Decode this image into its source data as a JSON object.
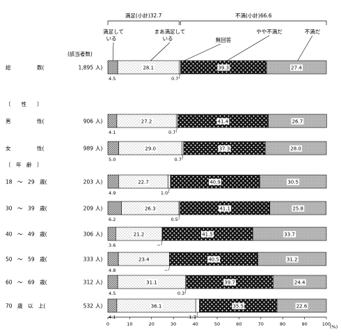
{
  "chart_data": {
    "type": "bar",
    "stacked": true,
    "orientation": "horizontal",
    "xlim": [
      0,
      100
    ],
    "x_ticks": [
      "0",
      "10",
      "20",
      "30",
      "40",
      "50",
      "60",
      "70",
      "80",
      "90",
      "100"
    ],
    "unit": "(%)",
    "group_headers": [
      {
        "label": "満足(小計)32.7",
        "from": "satisfied",
        "to": "somewhat_satisfied"
      },
      {
        "label": "不満(小計)66.6",
        "from": "somewhat_dissatisfied",
        "to": "dissatisfied"
      }
    ],
    "series": [
      {
        "key": "satisfied",
        "name": "満足している",
        "pattern": "crosshatch"
      },
      {
        "key": "somewhat_satisfied",
        "name": "まあ満足している",
        "pattern": "dots"
      },
      {
        "key": "no_answer",
        "name": "無回答",
        "pattern": "blank"
      },
      {
        "key": "somewhat_dissatisfied",
        "name": "やや不満だ",
        "pattern": "dark-dots"
      },
      {
        "key": "dissatisfied",
        "name": "不満だ",
        "pattern": "gray"
      }
    ],
    "count_header": "(該当者数)",
    "section_labels": [
      {
        "label": "〔　　性　　〕",
        "before_row": 1
      },
      {
        "label": "〔　年　齢　〕",
        "before_row": 3
      }
    ],
    "rows": [
      {
        "label": "総　　　　　数(",
        "count": "1,895",
        "unit": "人)",
        "values": [
          4.5,
          28.1,
          0.7,
          39.3,
          27.4
        ],
        "labels": [
          "4.5",
          "28.1",
          "0.7",
          "39.3",
          "27.4"
        ]
      },
      {
        "label": "男　　　　　性(",
        "count": "906",
        "unit": "人)",
        "values": [
          4.1,
          27.2,
          0.7,
          41.4,
          26.7
        ],
        "labels": [
          "4.1",
          "27.2",
          "0.7",
          "41.4",
          "26.7"
        ]
      },
      {
        "label": "女　　　　　性(",
        "count": "989",
        "unit": "人)",
        "values": [
          5.0,
          29.0,
          0.7,
          37.3,
          28.0
        ],
        "labels": [
          "5.0",
          "29.0",
          "0.7",
          "37.3",
          "28.0"
        ]
      },
      {
        "label": "18　～　29　歳(",
        "count": "203",
        "unit": "人)",
        "values": [
          4.9,
          22.7,
          1.0,
          40.9,
          30.5
        ],
        "labels": [
          "4.9",
          "22.7",
          "1.0",
          "40.9",
          "30.5"
        ]
      },
      {
        "label": "30　～　39　歳(",
        "count": "209",
        "unit": "人)",
        "values": [
          6.2,
          26.3,
          0.5,
          41.1,
          25.8
        ],
        "labels": [
          "6.2",
          "26.3",
          "0.5",
          "41.1",
          "25.8"
        ]
      },
      {
        "label": "40　～　49　歳(",
        "count": "306",
        "unit": "人)",
        "values": [
          3.6,
          21.2,
          0,
          41.5,
          33.7
        ],
        "labels": [
          "3.6",
          "21.2",
          "−",
          "41.5",
          "33.7"
        ]
      },
      {
        "label": "50　～　59　歳(",
        "count": "333",
        "unit": "人)",
        "values": [
          4.8,
          23.4,
          0,
          40.5,
          31.2
        ],
        "labels": [
          "4.8",
          "23.4",
          "−",
          "40.5",
          "31.2"
        ]
      },
      {
        "label": "60　～　69　歳(",
        "count": "312",
        "unit": "人)",
        "values": [
          4.5,
          31.1,
          0.3,
          39.7,
          24.4
        ],
        "labels": [
          "4.5",
          "31.1",
          "0.3",
          "39.7",
          "24.4"
        ]
      },
      {
        "label": "70　歳　以　上(",
        "count": "532",
        "unit": "人)",
        "values": [
          4.1,
          36.1,
          1.7,
          35.5,
          22.6
        ],
        "labels": [
          "4.1",
          "36.1",
          "1.7",
          "35.5",
          "22.6"
        ]
      }
    ]
  }
}
